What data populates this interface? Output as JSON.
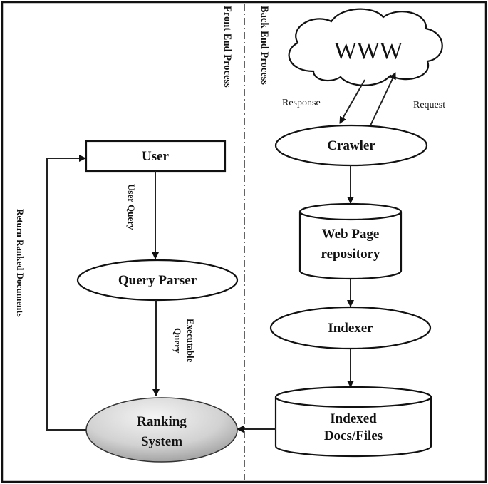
{
  "regions": {
    "front_end": "Front End Process",
    "back_end": "Back End Process"
  },
  "cloud": {
    "label": "WWW"
  },
  "edge_labels": {
    "response": "Response",
    "request": "Request",
    "user_query": "User Query",
    "executable_query_line1": "Executable",
    "executable_query_line2": "Query",
    "return_ranked": "Return Ranked Documents"
  },
  "nodes": {
    "user": "User",
    "query_parser": "Query Parser",
    "ranking_line1": "Ranking",
    "ranking_line2": "System",
    "crawler": "Crawler",
    "repo_line1": "Web Page",
    "repo_line2": "repository",
    "indexer": "Indexer",
    "indexed_line1": "Indexed",
    "indexed_line2": "Docs/Files"
  },
  "colors": {
    "stroke": "#111111",
    "ranking_fill_light": "#f2f2f2",
    "ranking_fill_dark": "#a8a8a8"
  }
}
